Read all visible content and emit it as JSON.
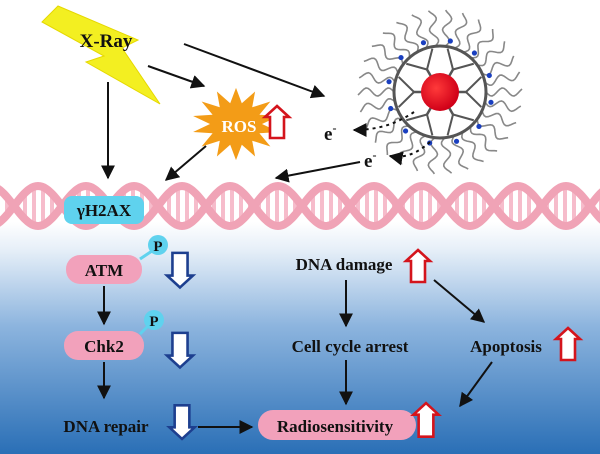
{
  "labels": {
    "xray": "X-Ray",
    "ros": "ROS",
    "electron": "e",
    "electron_sup": "-",
    "h2ax": "γH2AX",
    "atm": "ATM",
    "chk2": "Chk2",
    "phospho": "P",
    "dna_repair": "DNA repair",
    "dna_damage": "DNA damage",
    "cell_cycle_arrest": "Cell cycle arrest",
    "apoptosis": "Apoptosis",
    "radiosensitivity": "Radiosensitivity"
  },
  "trends": {
    "ros": "up",
    "dna_damage": "up",
    "apoptosis": "up",
    "radiosensitivity": "up",
    "atm": "down",
    "chk2": "down",
    "dna_repair": "down"
  },
  "icons": {
    "up": "up-arrow-icon",
    "down": "down-arrow-icon",
    "lightning": "lightning-bolt-icon",
    "nanoparticle": "nanoparticle-icon",
    "starburst": "starburst-icon"
  },
  "colors": {
    "up_arrow": "#d4141c",
    "down_arrow": "#1d3f8f",
    "lightning": "#f3ef21",
    "ros_burst": "#f39c17",
    "dna_strand": "#f0a3b6",
    "dna_rung": "#f6bccb",
    "phospho": "#5fd2ee",
    "gold_core": "#e8001f",
    "background_top": "#ffffff",
    "background_bottom": "#2a6fb6"
  }
}
